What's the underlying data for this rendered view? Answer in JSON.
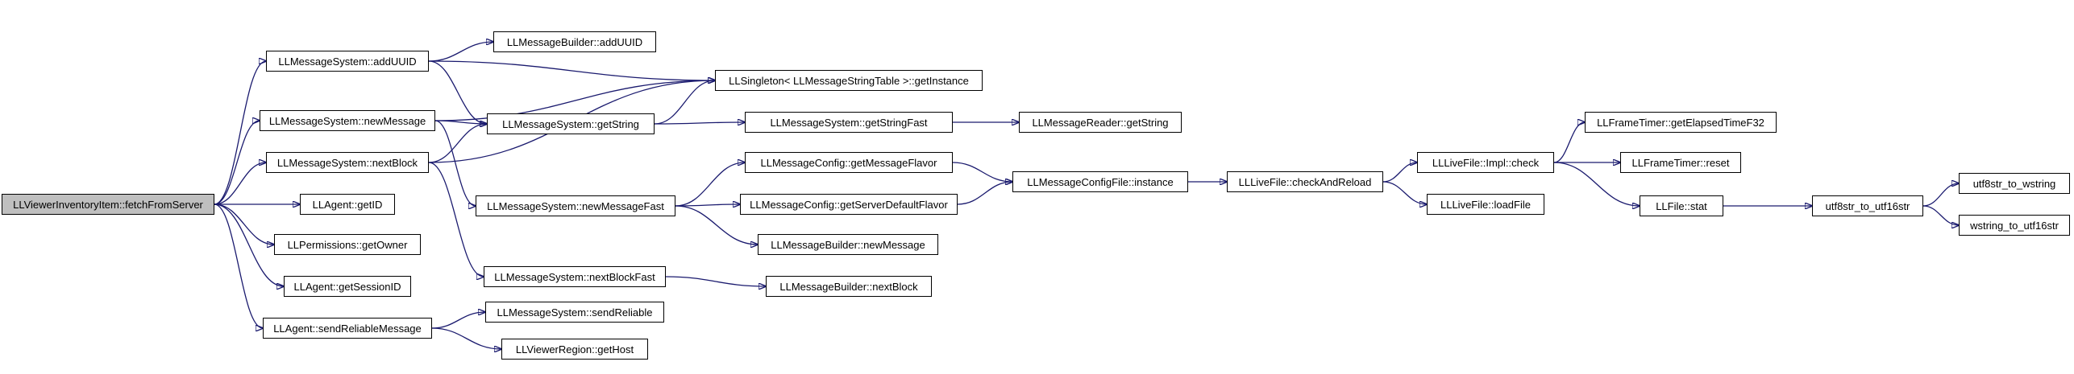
{
  "colors": {
    "edge": "#1a1a6e",
    "node_border": "#000000",
    "root_fill": "#bfbfbf",
    "node_fill": "#ffffff"
  },
  "nodes": [
    {
      "id": "fetch",
      "label": "LLViewerInventoryItem::fetchFromServer"
    },
    {
      "id": "addUUID",
      "label": "LLMessageSystem::addUUID"
    },
    {
      "id": "newMessage",
      "label": "LLMessageSystem::newMessage"
    },
    {
      "id": "nextBlock",
      "label": "LLMessageSystem::nextBlock"
    },
    {
      "id": "getID",
      "label": "LLAgent::getID"
    },
    {
      "id": "getOwner",
      "label": "LLPermissions::getOwner"
    },
    {
      "id": "getSessionID",
      "label": "LLAgent::getSessionID"
    },
    {
      "id": "sendReliableMessage",
      "label": "LLAgent::sendReliableMessage"
    },
    {
      "id": "mbAddUUID",
      "label": "LLMessageBuilder::addUUID"
    },
    {
      "id": "singleton",
      "label": "LLSingleton< LLMessageStringTable >::getInstance"
    },
    {
      "id": "getString",
      "label": "LLMessageSystem::getString"
    },
    {
      "id": "newMessageFast",
      "label": "LLMessageSystem::newMessageFast"
    },
    {
      "id": "nextBlockFast",
      "label": "LLMessageSystem::nextBlockFast"
    },
    {
      "id": "sendReliable",
      "label": "LLMessageSystem::sendReliable"
    },
    {
      "id": "getHost",
      "label": "LLViewerRegion::getHost"
    },
    {
      "id": "getStringFast",
      "label": "LLMessageSystem::getStringFast"
    },
    {
      "id": "mcFlavor",
      "label": "LLMessageConfig::getMessageFlavor"
    },
    {
      "id": "mcDefault",
      "label": "LLMessageConfig::getServerDefaultFlavor"
    },
    {
      "id": "mbNewMessage",
      "label": "LLMessageBuilder::newMessage"
    },
    {
      "id": "mbNextBlock",
      "label": "LLMessageBuilder::nextBlock"
    },
    {
      "id": "mrGetString",
      "label": "LLMessageReader::getString"
    },
    {
      "id": "mcfInstance",
      "label": "LLMessageConfigFile::instance"
    },
    {
      "id": "checkAndReload",
      "label": "LLLiveFile::checkAndReload"
    },
    {
      "id": "implCheck",
      "label": "LLLiveFile::Impl::check"
    },
    {
      "id": "loadFile",
      "label": "LLLiveFile::loadFile"
    },
    {
      "id": "elapsed",
      "label": "LLFrameTimer::getElapsedTimeF32"
    },
    {
      "id": "reset",
      "label": "LLFrameTimer::reset"
    },
    {
      "id": "stat",
      "label": "LLFile::stat"
    },
    {
      "id": "utf16",
      "label": "utf8str_to_utf16str"
    },
    {
      "id": "wstring",
      "label": "utf8str_to_wstring"
    },
    {
      "id": "wtoutf16",
      "label": "wstring_to_utf16str"
    }
  ],
  "edges": [
    [
      "fetch",
      "addUUID"
    ],
    [
      "fetch",
      "newMessage"
    ],
    [
      "fetch",
      "nextBlock"
    ],
    [
      "fetch",
      "getID"
    ],
    [
      "fetch",
      "getOwner"
    ],
    [
      "fetch",
      "getSessionID"
    ],
    [
      "fetch",
      "sendReliableMessage"
    ],
    [
      "addUUID",
      "mbAddUUID"
    ],
    [
      "addUUID",
      "singleton"
    ],
    [
      "addUUID",
      "getString"
    ],
    [
      "newMessage",
      "singleton"
    ],
    [
      "newMessage",
      "getString"
    ],
    [
      "newMessage",
      "newMessageFast"
    ],
    [
      "nextBlock",
      "singleton"
    ],
    [
      "nextBlock",
      "getString"
    ],
    [
      "nextBlock",
      "nextBlockFast"
    ],
    [
      "getString",
      "singleton"
    ],
    [
      "getString",
      "getStringFast"
    ],
    [
      "getStringFast",
      "mrGetString"
    ],
    [
      "newMessageFast",
      "mcFlavor"
    ],
    [
      "newMessageFast",
      "mcDefault"
    ],
    [
      "newMessageFast",
      "mbNewMessage"
    ],
    [
      "nextBlockFast",
      "mbNextBlock"
    ],
    [
      "sendReliableMessage",
      "sendReliable"
    ],
    [
      "sendReliableMessage",
      "getHost"
    ],
    [
      "mcFlavor",
      "mcfInstance"
    ],
    [
      "mcDefault",
      "mcfInstance"
    ],
    [
      "mcfInstance",
      "checkAndReload"
    ],
    [
      "checkAndReload",
      "implCheck"
    ],
    [
      "checkAndReload",
      "loadFile"
    ],
    [
      "implCheck",
      "elapsed"
    ],
    [
      "implCheck",
      "reset"
    ],
    [
      "implCheck",
      "stat"
    ],
    [
      "stat",
      "utf16"
    ],
    [
      "utf16",
      "wstring"
    ],
    [
      "utf16",
      "wtoutf16"
    ]
  ]
}
